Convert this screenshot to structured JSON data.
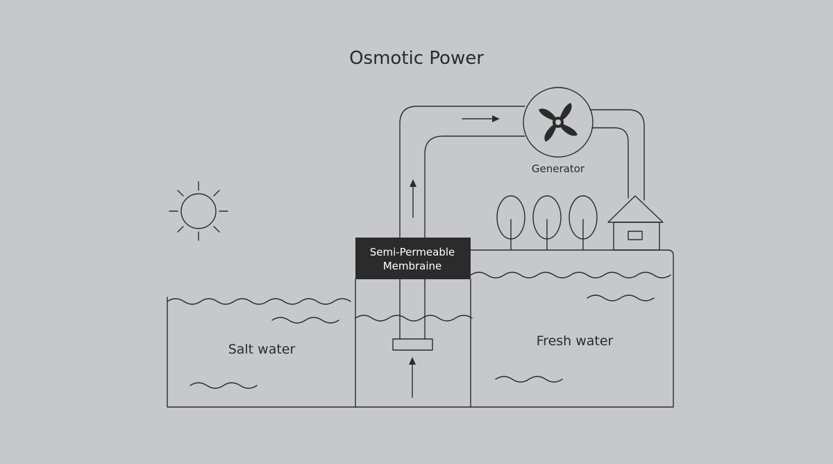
{
  "diagram": {
    "title": "Osmotic Power",
    "labels": {
      "generator": "Generator",
      "membrane_line1": "Semi-Permeable",
      "membrane_line2": "Membraine",
      "salt_water": "Salt water",
      "fresh_water": "Fresh water"
    },
    "colors": {
      "background": "#c6c8cc",
      "stroke": "#2b2b2b",
      "membrane_fill": "#2b2b2b",
      "membrane_text": "#ffffff"
    },
    "icons": [
      "sun-icon",
      "fan-icon",
      "tree-icon",
      "house-icon",
      "arrow-icon",
      "wave-icon"
    ]
  }
}
